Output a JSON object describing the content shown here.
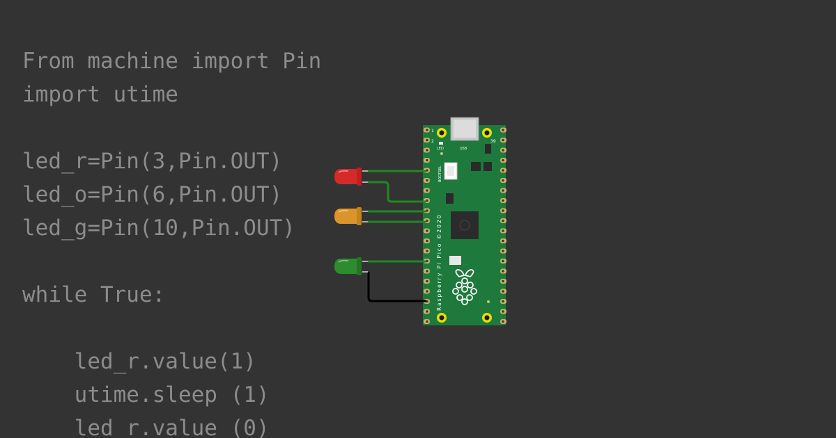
{
  "code": {
    "lines": [
      "From machine import Pin",
      "import utime",
      "",
      "led_r=Pin(3,Pin.OUT)",
      "led_o=Pin(6,Pin.OUT)",
      "led_g=Pin(10,Pin.OUT)",
      "",
      "while True:",
      "",
      "    led_r.value(1)",
      "    utime.sleep (1)",
      "    led_r.value (0)"
    ],
    "text_color": "#8c8c8c",
    "background": "#333333"
  },
  "board": {
    "label_led": "LED",
    "label_usb": "USB",
    "label_bootsel": "BOOTSEL",
    "label_name": "Raspberry Pi Pico ©2020",
    "pin_1": "1",
    "pin_2": "2",
    "pin_39": "39",
    "pcb_color": "#1e7a3c"
  },
  "leds": {
    "red": "#d42a2a",
    "orange": "#d9952a",
    "green": "#2e8b2e"
  },
  "wires": {
    "signal": "#1f8a1f",
    "ground": "#000000"
  }
}
